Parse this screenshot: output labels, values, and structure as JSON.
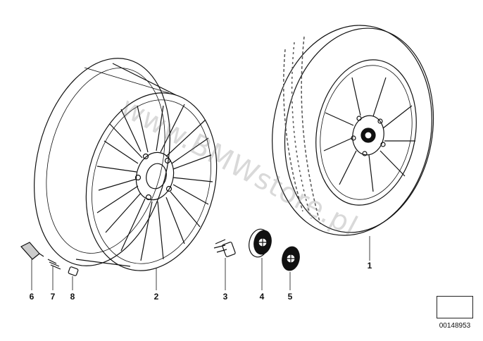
{
  "diagram": {
    "callouts": [
      {
        "id": "callout-6",
        "label": "6"
      },
      {
        "id": "callout-7",
        "label": "7"
      },
      {
        "id": "callout-8",
        "label": "8"
      },
      {
        "id": "callout-2",
        "label": "2"
      },
      {
        "id": "callout-3",
        "label": "3"
      },
      {
        "id": "callout-4",
        "label": "4"
      },
      {
        "id": "callout-5",
        "label": "5"
      },
      {
        "id": "callout-1",
        "label": "1"
      }
    ],
    "watermark": "www.BMWstore.pl",
    "document_number": "00148953"
  },
  "colors": {
    "line": "#111111",
    "tread": "#555555",
    "watermark": "#8a8a8a"
  },
  "icons": [
    "tire-wheel-assembly-icon",
    "light-alloy-rim-icon",
    "wheel-bolt-icon",
    "hub-cap-icon",
    "emblem-icon",
    "valve-icon",
    "arrow-icon"
  ]
}
